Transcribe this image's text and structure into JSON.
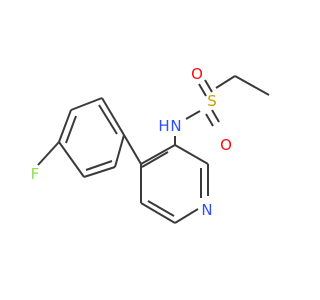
{
  "molecule": {
    "atom_labels": {
      "O1": "O",
      "O2": "O",
      "S": "S",
      "N_amide": "N",
      "H_amide": "H",
      "N_pyridine": "N",
      "F": "F"
    },
    "colors": {
      "bond": "#3a3a3a",
      "oxygen": "#ff0d0d",
      "sulfur": "#c8a200",
      "nitrogen": "#3050f8",
      "fluorine": "#90e050"
    }
  }
}
